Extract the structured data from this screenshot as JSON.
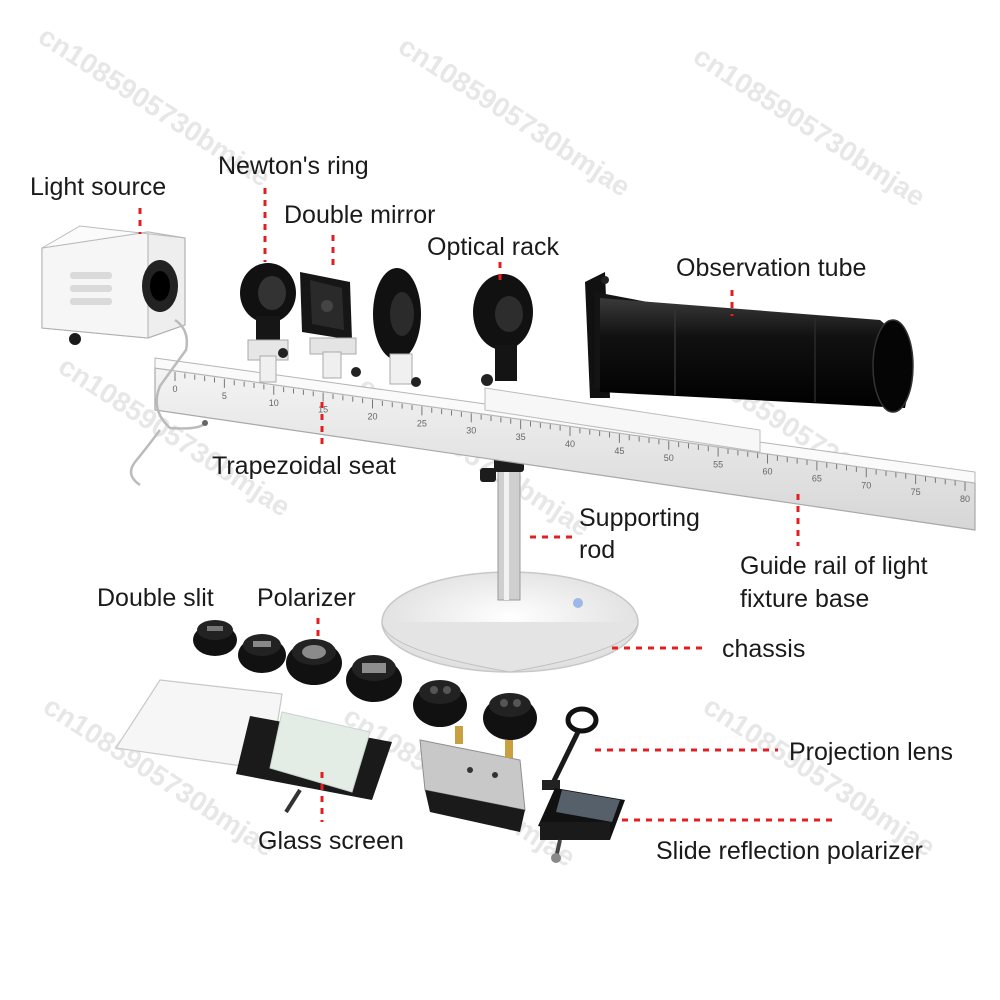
{
  "watermark": "cn1085905730bmjae",
  "labels": {
    "light_source": "Light source",
    "newtons_ring": "Newton's ring",
    "double_mirror": "Double mirror",
    "optical_rack": "Optical rack",
    "observation_tube": "Observation tube",
    "trapezoidal_seat": "Trapezoidal seat",
    "supporting_rod_1": "Supporting",
    "supporting_rod_2": "rod",
    "guide_rail_1": "Guide rail of light",
    "guide_rail_2": "fixture base",
    "double_slit": "Double slit",
    "polarizer": "Polarizer",
    "chassis": "chassis",
    "projection_lens": "Projection lens",
    "glass_screen": "Glass screen",
    "slide_reflection_polarizer": "Slide reflection polarizer"
  },
  "rail_scale": [
    "0",
    "5",
    "10",
    "15",
    "20",
    "25",
    "30",
    "35",
    "40",
    "45",
    "50",
    "55",
    "60",
    "65",
    "70",
    "75",
    "80"
  ],
  "colors": {
    "leader": "#e02020",
    "rail": "#e8e8e8",
    "metal": "#1a1a1a"
  }
}
